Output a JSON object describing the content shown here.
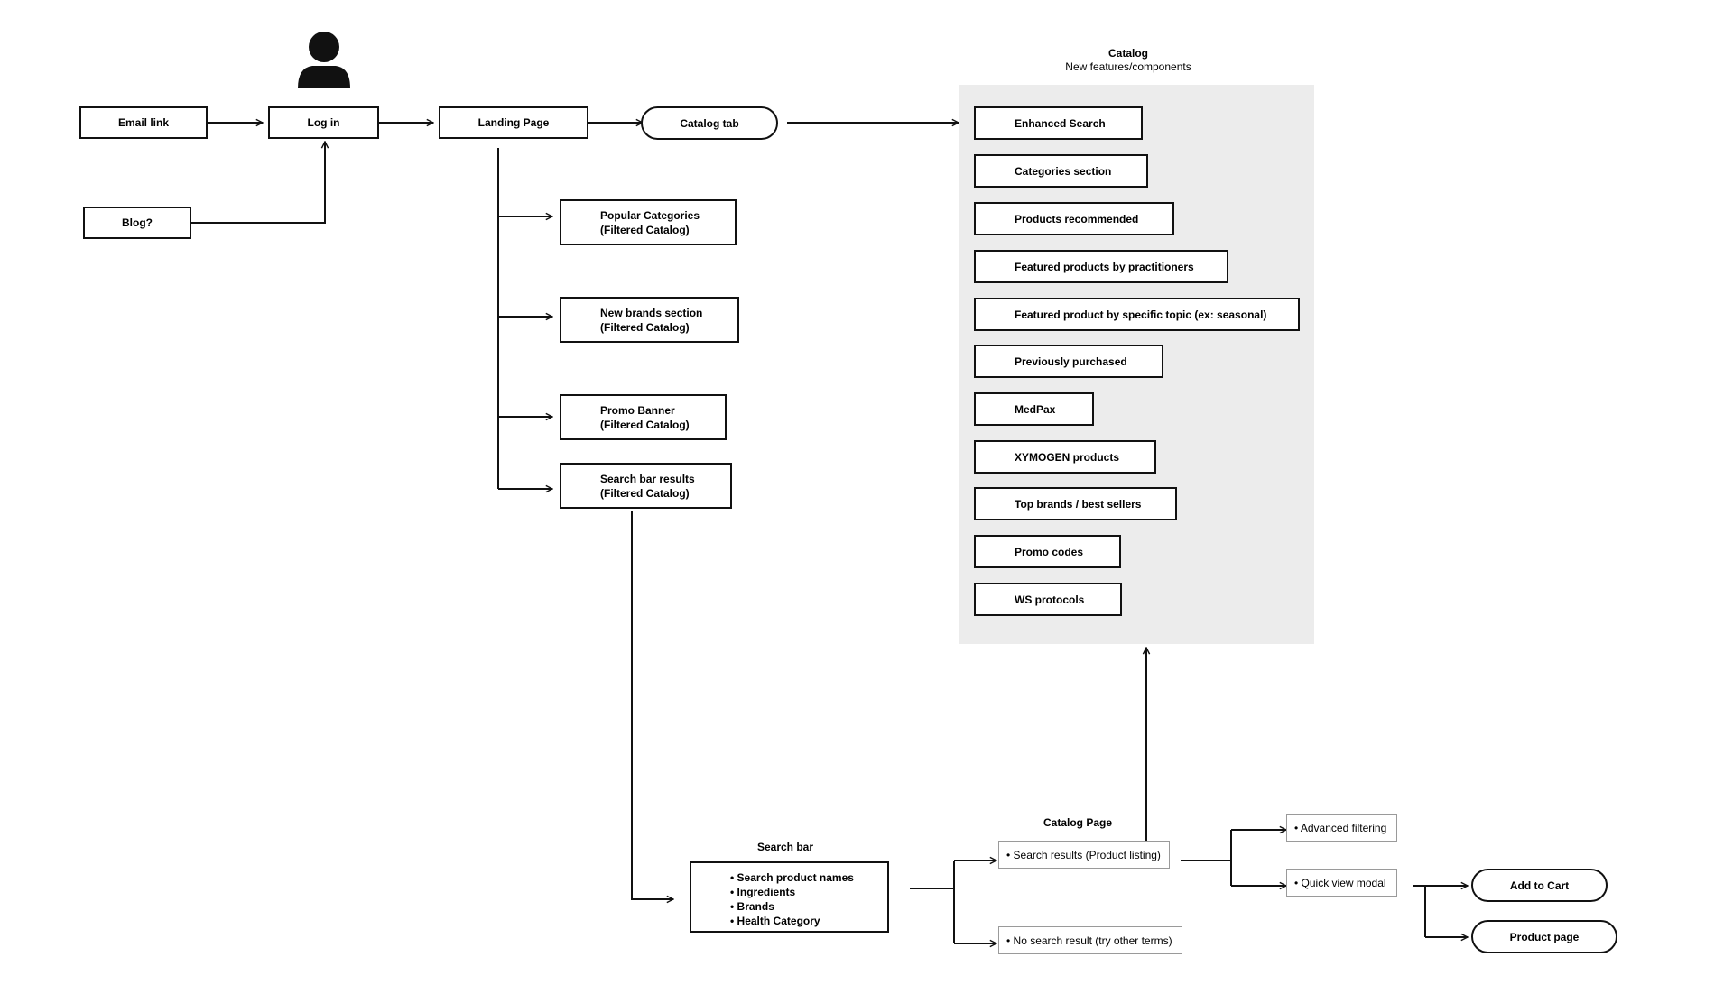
{
  "flow": {
    "email_link": "Email link",
    "log_in": "Log in",
    "blog": "Blog?",
    "landing_page": "Landing Page",
    "catalog_tab": "Catalog tab"
  },
  "landing_branches": [
    {
      "line1": "Popular Categories",
      "line2": "(Filtered Catalog)"
    },
    {
      "line1": "New brands section",
      "line2": "(Filtered Catalog)"
    },
    {
      "line1": "Promo Banner",
      "line2": "(Filtered Catalog)"
    },
    {
      "line1": "Search bar results",
      "line2": "(Filtered Catalog)"
    }
  ],
  "catalog": {
    "title": "Catalog",
    "subtitle": "New features/components",
    "items": [
      "Enhanced Search",
      "Categories section",
      "Products recommended",
      "Featured products by practitioners",
      "Featured product by specific topic (ex: seasonal)",
      "Previously purchased",
      "MedPax",
      "XYMOGEN products",
      "Top brands / best sellers",
      "Promo codes",
      "WS protocols"
    ]
  },
  "search_bar": {
    "title": "Search bar",
    "items": [
      "Search product names",
      "Ingredients",
      "Brands",
      "Health Category"
    ]
  },
  "catalog_page": {
    "title": "Catalog Page",
    "search_results": "• Search results (Product listing)",
    "no_results": "• No search result (try other terms)"
  },
  "results_options": {
    "advanced_filtering": "• Advanced filtering",
    "quick_view_modal": "• Quick view modal"
  },
  "actions": {
    "add_to_cart": "Add to Cart",
    "product_page": "Product page"
  },
  "icons": {
    "user": "user-icon"
  }
}
